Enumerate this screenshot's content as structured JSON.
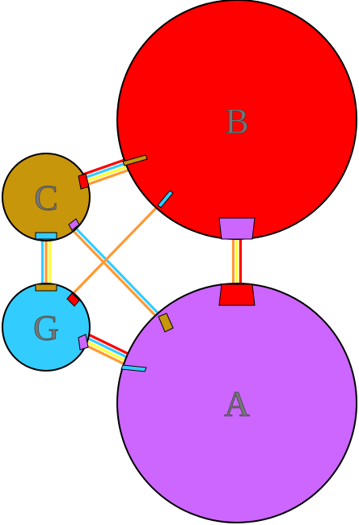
{
  "colors": {
    "red": "#ff0000",
    "purple": "#cc66ff",
    "gold": "#c8960a",
    "sky": "#33ccff",
    "yellow": "#ffff33",
    "orange": "#ff9933",
    "outline": "#000000"
  },
  "nodes": {
    "B": {
      "label": "B",
      "fill": "red"
    },
    "A": {
      "label": "A",
      "fill": "purple"
    },
    "C": {
      "label": "C",
      "fill": "gold"
    },
    "G": {
      "label": "G",
      "fill": "sky"
    }
  },
  "edges": [
    {
      "from": "B",
      "to": "A",
      "strands": [
        "red",
        "yellow",
        "orange"
      ]
    },
    {
      "from": "C",
      "to": "B",
      "strands": [
        "red",
        "sky",
        "yellow",
        "orange"
      ]
    },
    {
      "from": "C",
      "to": "G",
      "strands": [
        "yellow",
        "orange",
        "sky"
      ]
    },
    {
      "from": "C",
      "to": "A",
      "strands": [
        "sky",
        "orange"
      ]
    },
    {
      "from": "G",
      "to": "B",
      "strands": [
        "orange"
      ]
    },
    {
      "from": "G",
      "to": "A",
      "strands": [
        "red",
        "sky",
        "yellow",
        "orange"
      ]
    }
  ]
}
